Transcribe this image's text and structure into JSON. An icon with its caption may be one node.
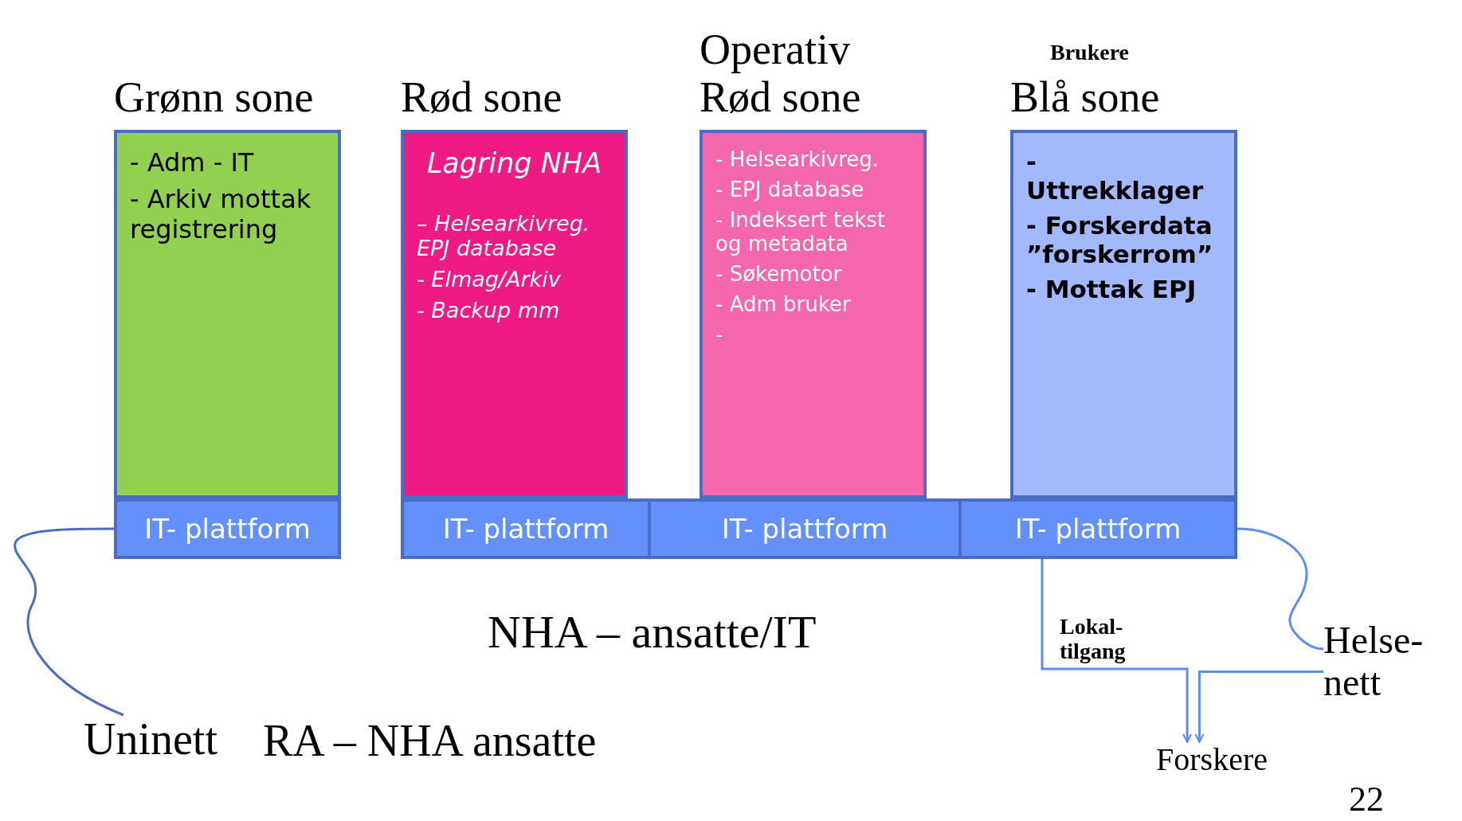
{
  "diagram": {
    "nodes": [
      {
        "text": [
          "Grønn sone",
          "- Adm - IT",
          "- Arkiv mottak registrering"
        ]
      },
      {
        "text": [
          "Rød sone",
          "Lagring NHA",
          "– Helsearkivreg. EPJ database",
          "- Elmag/Arkiv",
          "- Backup mm"
        ]
      },
      {
        "text": [
          "Operativ Rød sone",
          "- Helsearkivreg.",
          "- EPJ database",
          "- Indeksert tekst og metadata",
          "- Søkemotor",
          "- Adm bruker",
          "-"
        ]
      },
      {
        "text": [
          "Blå sone",
          "- Uttrekklager",
          "- Forskerdata ”forskerrom”",
          "- Mottak EPJ"
        ]
      },
      {
        "text": [
          "IT- plattform"
        ]
      },
      {
        "text": [
          "IT- plattform"
        ]
      },
      {
        "text": [
          "IT- plattform"
        ]
      },
      {
        "text": [
          "IT- plattform"
        ]
      },
      {
        "text": [
          "Uninett"
        ]
      },
      {
        "text": [
          "Helse- nett"
        ]
      },
      {
        "text": [
          "Forskere"
        ]
      }
    ],
    "edges": [
      {
        "from": 8,
        "to": 4,
        "arrow": "none"
      },
      {
        "from": 7,
        "to": 9,
        "arrow": "none"
      },
      {
        "from": 7,
        "to": 10,
        "arrow": "to",
        "label": "Lokal- tilgang"
      },
      {
        "from": 9,
        "to": 10,
        "arrow": "to"
      }
    ],
    "labels": [
      "Brukere",
      "NHA – ansatte/IT",
      "RA – NHA ansatte",
      "22"
    ]
  }
}
